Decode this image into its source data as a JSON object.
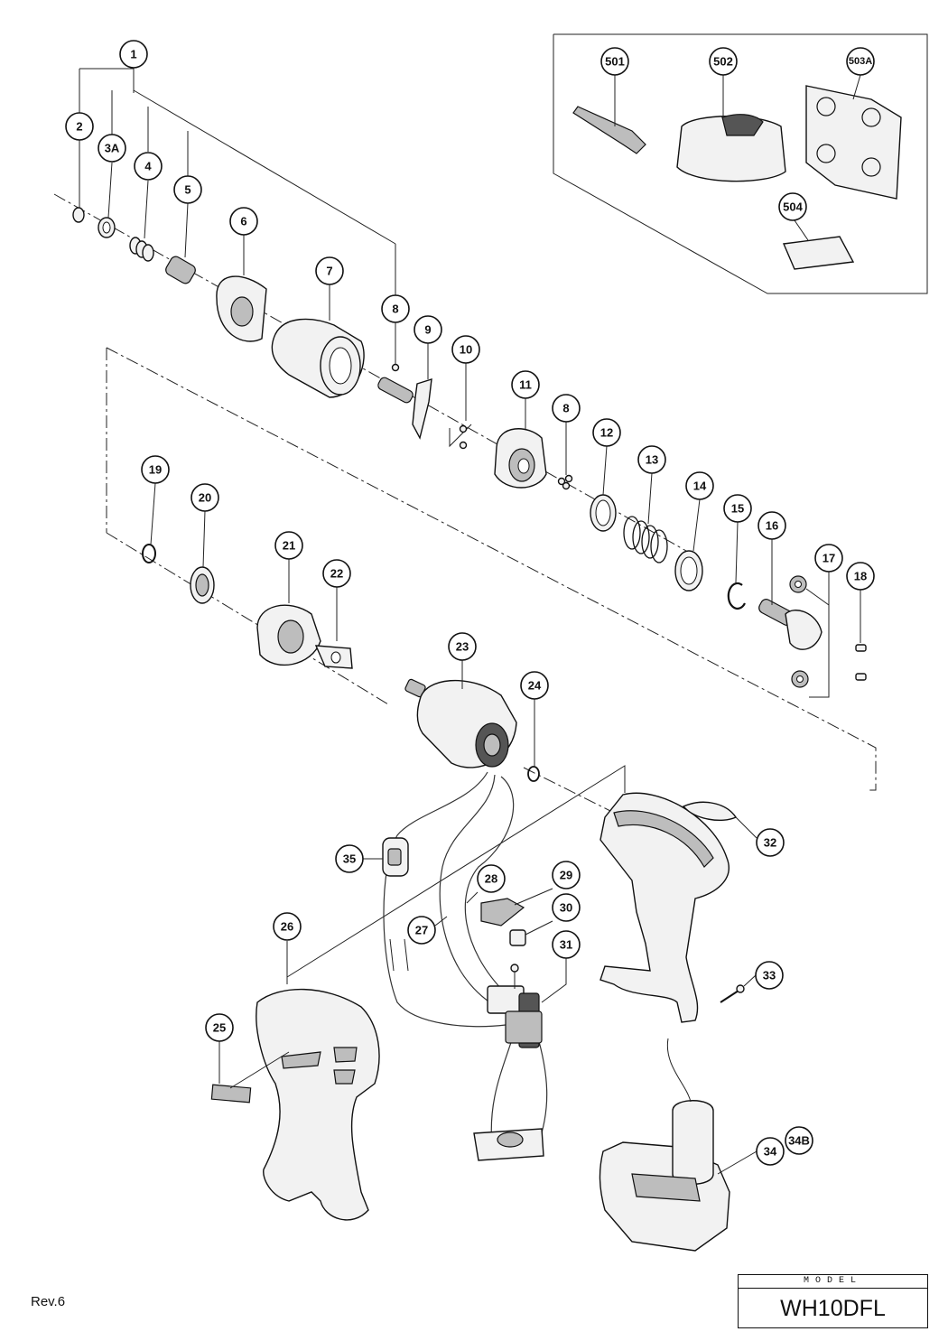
{
  "parts": [
    {
      "id": "p1",
      "label": "1"
    },
    {
      "id": "p2",
      "label": "2"
    },
    {
      "id": "p3a",
      "label": "3A"
    },
    {
      "id": "p4",
      "label": "4"
    },
    {
      "id": "p5",
      "label": "5"
    },
    {
      "id": "p6",
      "label": "6"
    },
    {
      "id": "p7",
      "label": "7"
    },
    {
      "id": "p8a",
      "label": "8"
    },
    {
      "id": "p9",
      "label": "9"
    },
    {
      "id": "p10",
      "label": "10"
    },
    {
      "id": "p11",
      "label": "11"
    },
    {
      "id": "p8b",
      "label": "8"
    },
    {
      "id": "p12",
      "label": "12"
    },
    {
      "id": "p13",
      "label": "13"
    },
    {
      "id": "p14",
      "label": "14"
    },
    {
      "id": "p15",
      "label": "15"
    },
    {
      "id": "p16",
      "label": "16"
    },
    {
      "id": "p17",
      "label": "17"
    },
    {
      "id": "p18",
      "label": "18"
    },
    {
      "id": "p19",
      "label": "19"
    },
    {
      "id": "p20",
      "label": "20"
    },
    {
      "id": "p21",
      "label": "21"
    },
    {
      "id": "p22",
      "label": "22"
    },
    {
      "id": "p23",
      "label": "23"
    },
    {
      "id": "p24",
      "label": "24"
    },
    {
      "id": "p25",
      "label": "25"
    },
    {
      "id": "p26",
      "label": "26"
    },
    {
      "id": "p27",
      "label": "27"
    },
    {
      "id": "p28",
      "label": "28"
    },
    {
      "id": "p29",
      "label": "29"
    },
    {
      "id": "p30",
      "label": "30"
    },
    {
      "id": "p31",
      "label": "31"
    },
    {
      "id": "p32",
      "label": "32"
    },
    {
      "id": "p33",
      "label": "33"
    },
    {
      "id": "p34",
      "label": "34"
    },
    {
      "id": "p34b",
      "label": "34B"
    },
    {
      "id": "p35",
      "label": "35"
    },
    {
      "id": "p501",
      "label": "501"
    },
    {
      "id": "p502",
      "label": "502"
    },
    {
      "id": "p503a",
      "label": "503A"
    },
    {
      "id": "p504",
      "label": "504"
    }
  ],
  "revision": "Rev.6",
  "model": {
    "caption": "MODEL",
    "number": "WH10DFL"
  }
}
